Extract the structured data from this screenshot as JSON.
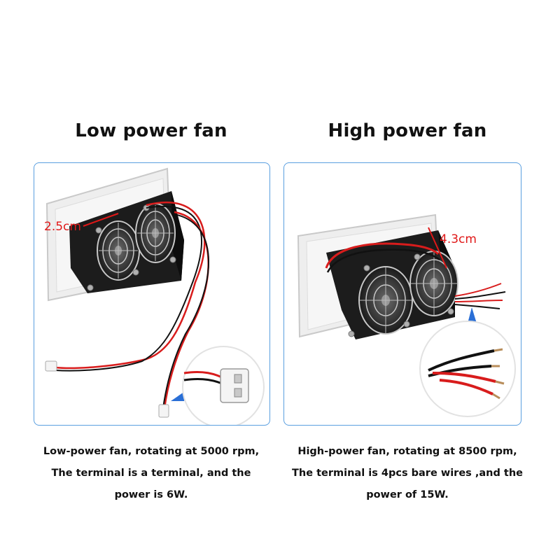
{
  "left": {
    "title": "Low power fan",
    "dimension_label": "2.5cm",
    "caption_lines": [
      "Low-power fan, rotating at 5000 rpm,",
      "The terminal is a terminal, and the",
      "power is 6W."
    ]
  },
  "right": {
    "title": "High power fan",
    "dimension_label": "4.3cm",
    "caption_lines": [
      "High-power fan, rotating at 8500 rpm,",
      "The terminal is 4pcs bare wires ,and the",
      "power of 15W."
    ]
  },
  "colors": {
    "panel_border": "#5a9fe0",
    "dimension_text": "#e01818",
    "wire_red": "#d81c1c",
    "wire_black": "#111111"
  }
}
